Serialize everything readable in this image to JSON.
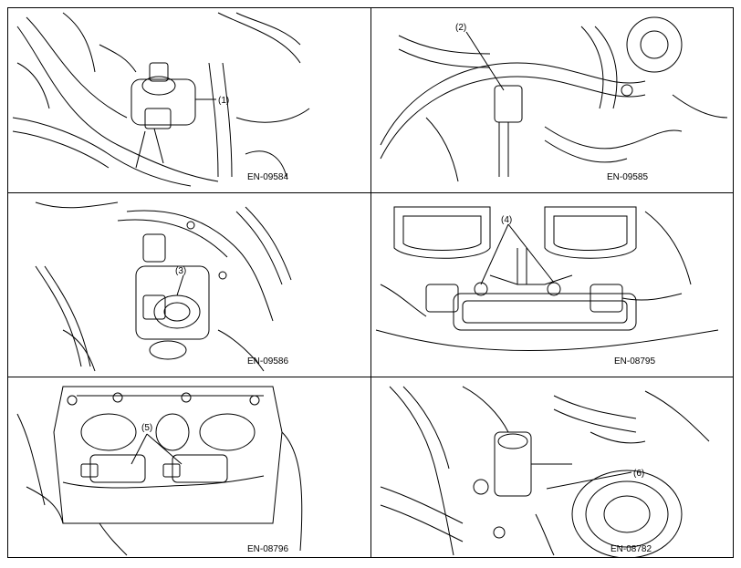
{
  "figures": [
    {
      "code": "EN-09584",
      "callouts": [
        "(1)"
      ]
    },
    {
      "code": "EN-09585",
      "callouts": [
        "(2)"
      ]
    },
    {
      "code": "EN-09586",
      "callouts": [
        "(3)"
      ]
    },
    {
      "code": "EN-08795",
      "callouts": [
        "(4)"
      ]
    },
    {
      "code": "EN-08796",
      "callouts": [
        "(5)"
      ]
    },
    {
      "code": "EN-08782",
      "callouts": [
        "(6)"
      ]
    }
  ]
}
